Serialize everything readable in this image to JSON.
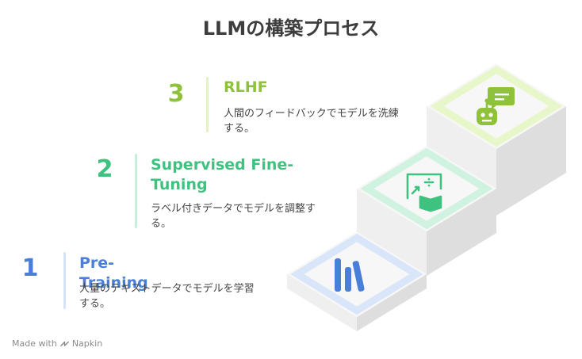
{
  "title": "LLMの構築プロセス",
  "steps": [
    {
      "number": "1",
      "title": "Pre-Training",
      "description": "大量のテキストデータでモデルを学習する。",
      "color": "#4a7fd9",
      "bar_color": "#d6e2f5"
    },
    {
      "number": "2",
      "title": "Supervised Fine-Tuning",
      "description": "ラベル付きデータでモデルを調整する。",
      "color": "#3ec27f",
      "bar_color": "#c8efd9"
    },
    {
      "number": "3",
      "title": "RLHF",
      "description": "人間のフィードバックでモデルを洗練する。",
      "color": "#8ec23a",
      "bar_color": "#e3f3c6"
    }
  ],
  "icons": [
    "bar-chart-icon",
    "whiteboard-icon",
    "robot-chat-icon"
  ],
  "footer": {
    "made_with": "Made with",
    "brand": "Napkin"
  }
}
